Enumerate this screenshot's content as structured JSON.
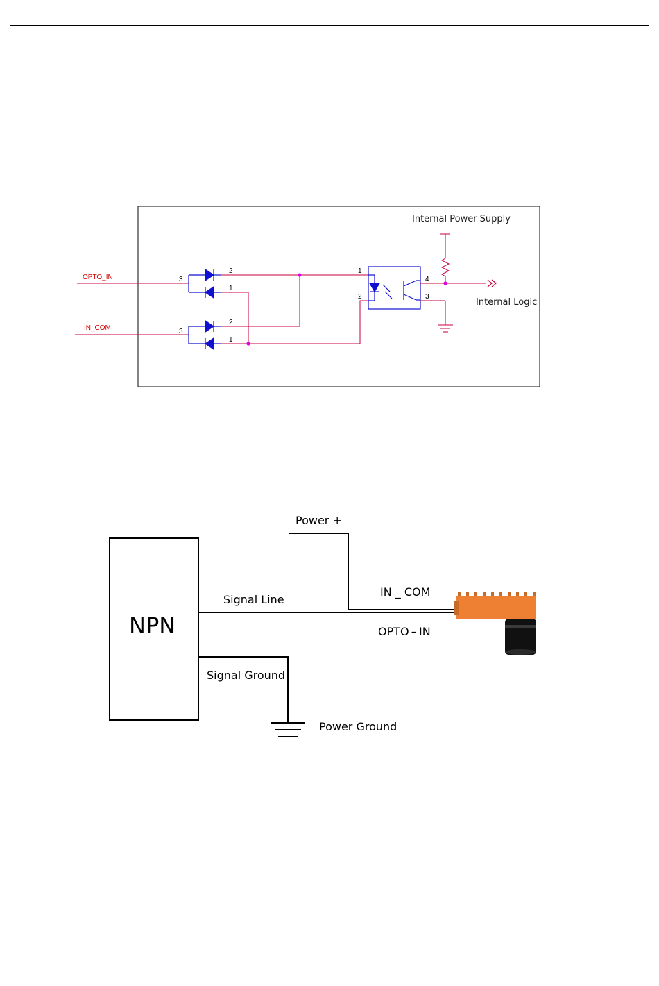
{
  "schematic": {
    "labels": {
      "opto_in": "OPTO_IN",
      "in_com": "IN_COM",
      "internal_power_supply": "Internal Power Supply",
      "internal_logic": "Internal Logic"
    },
    "pins": {
      "d1_pin3": "3",
      "d1_pin2": "2",
      "d1_pin1": "1",
      "d2_pin3": "3",
      "d2_pin2": "2",
      "d2_pin1": "1",
      "opto_pin1": "1",
      "opto_pin2": "2",
      "opto_pin4": "4",
      "opto_pin3": "3"
    },
    "colors": {
      "wire": "#c8003c",
      "component": "#1010d0",
      "junction": "#e000e0",
      "frame": "#333333"
    }
  },
  "wiring": {
    "npn_label": "NPN",
    "power_plus": "Power +",
    "signal_line": "Signal Line",
    "in_com": "IN _ COM",
    "opto_in": "OPTO – IN",
    "signal_ground": "Signal Ground",
    "power_ground": "Power Ground",
    "colors": {
      "camera_body": "#ee8033",
      "lens": "#111111"
    }
  }
}
